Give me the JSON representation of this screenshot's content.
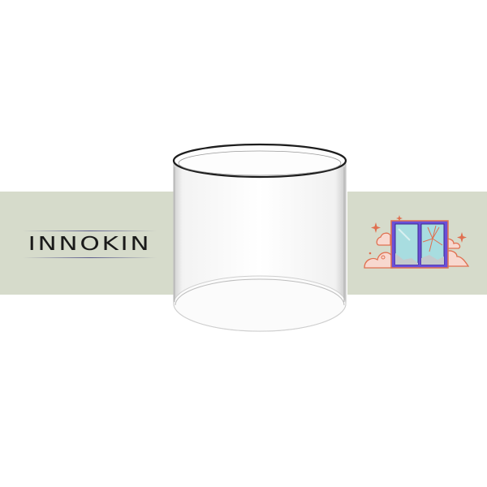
{
  "product": {
    "name": "glass-tube",
    "alt": "Replacement glass tube"
  },
  "brand": {
    "logo_text": "INNOKIN"
  },
  "badge": {
    "icon": "broken-window-icon"
  },
  "colors": {
    "background": "#ffffff",
    "band": "#d6dbcb",
    "logo_text": "#1a1a1a",
    "logo_lines": "#5a5a8c",
    "window_frame": "#6a4fd8",
    "window_outline": "#e07050",
    "window_glass": "#a8dde0",
    "clouds": "#f6cfc4"
  }
}
